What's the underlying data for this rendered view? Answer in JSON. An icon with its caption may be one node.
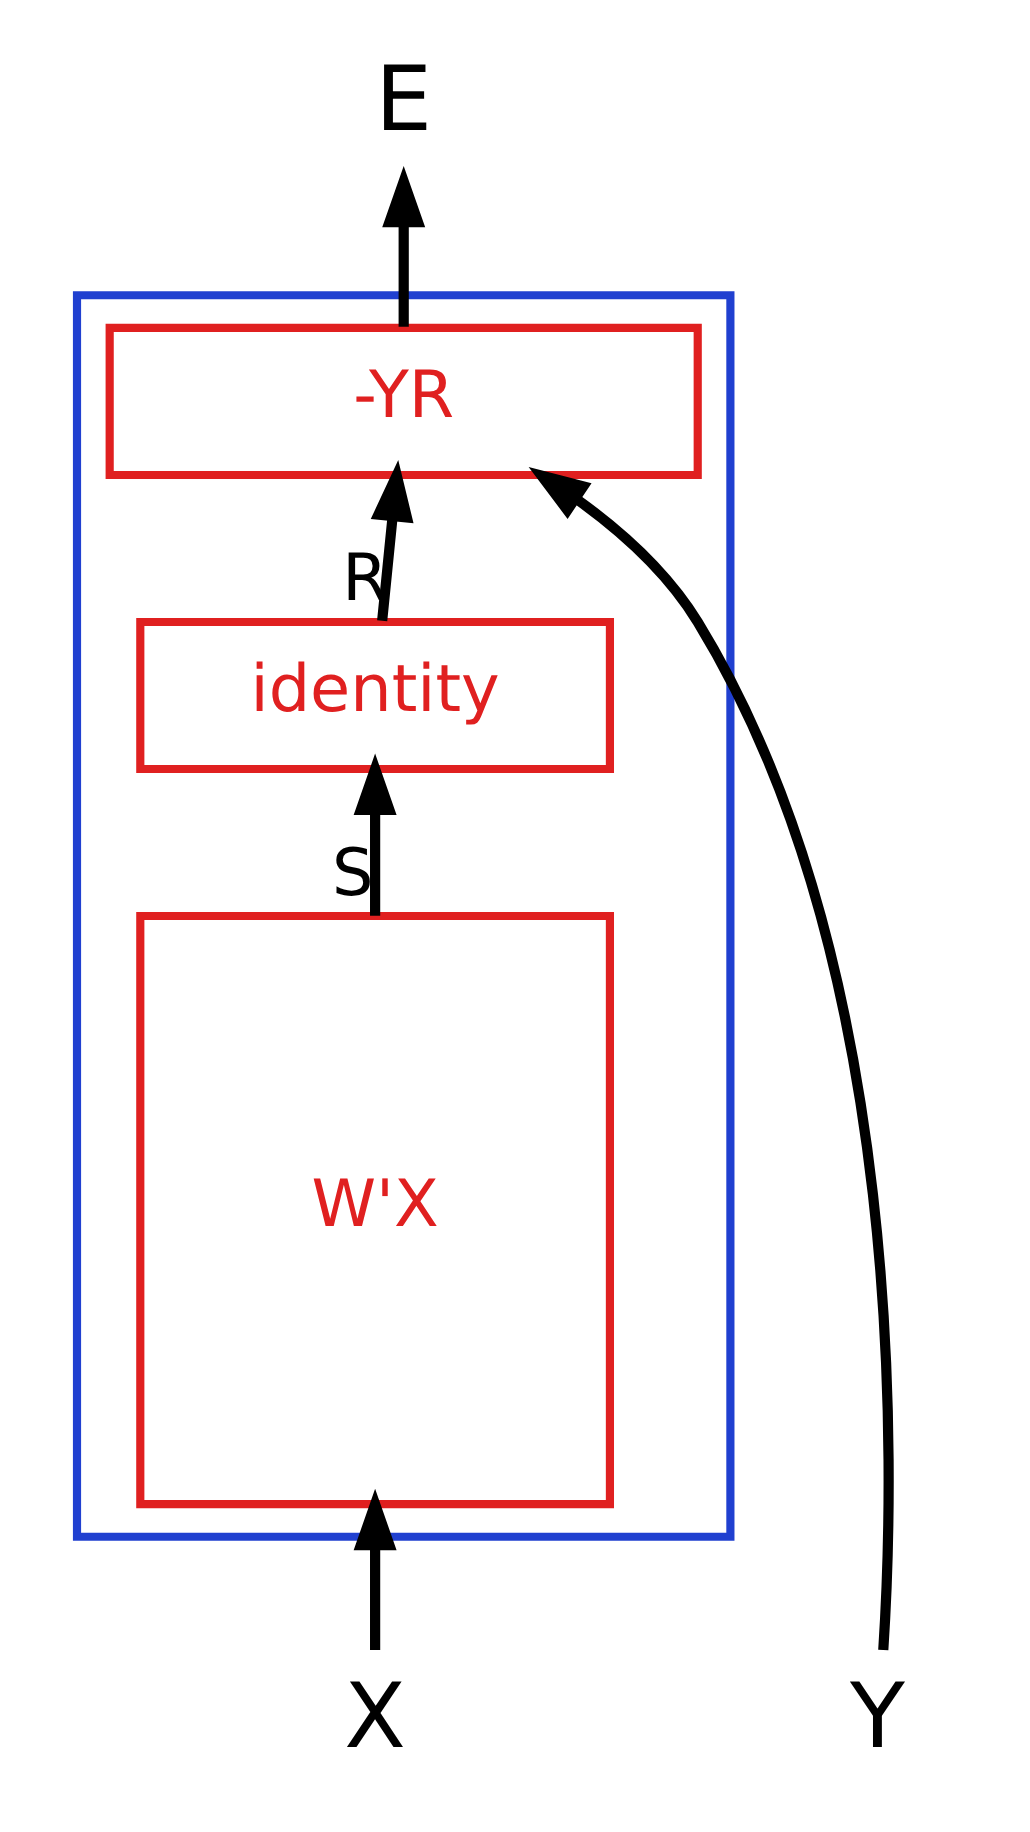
{
  "diagram": {
    "nodes": [
      {
        "text": [],
        "shape": "box"
      },
      {
        "text": [
          "-YR"
        ],
        "in": 0
      },
      {
        "text": [
          "identity"
        ],
        "in": 0
      },
      {
        "text": [
          "W'X"
        ],
        "in": 0
      },
      {
        "text": [
          "E"
        ]
      },
      {
        "text": [
          "X"
        ]
      },
      {
        "text": [
          "Y"
        ]
      }
    ],
    "edges": [
      {
        "from": 1,
        "to": 4,
        "arrow": "to"
      },
      {
        "from": 2,
        "to": 1,
        "arrow": "to",
        "label": "R"
      },
      {
        "from": 3,
        "to": 2,
        "arrow": "to",
        "label": "S"
      },
      {
        "from": 5,
        "to": 3,
        "arrow": "to"
      },
      {
        "from": 6,
        "to": 1,
        "arrow": "to"
      }
    ]
  }
}
